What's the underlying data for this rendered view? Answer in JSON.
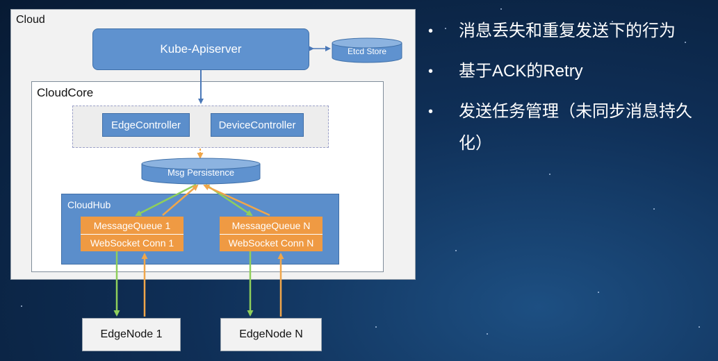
{
  "diagram": {
    "cloud_label": "Cloud",
    "apiserver_label": "Kube-Apiserver",
    "etcd_label": "Etcd Store",
    "cloudcore_label": "CloudCore",
    "edge_controller_label": "EdgeController",
    "device_controller_label": "DeviceController",
    "msg_persistence_label": "Msg Persistence",
    "cloudhub_label": "CloudHub",
    "queue_1_label": "MessageQueue 1",
    "websocket_1_label": "WebSocket Conn 1",
    "queue_n_label": "MessageQueue N",
    "websocket_n_label": "WebSocket Conn N",
    "edgenode_1_label": "EdgeNode 1",
    "edgenode_n_label": "EdgeNode N"
  },
  "colors": {
    "box_blue": "#5b8ecb",
    "queue_orange": "#ef9a43",
    "arrow_green": "#8fcf5b",
    "arrow_orange": "#f0a64a",
    "arrow_blue": "#4a78b8"
  },
  "bullets": {
    "bullet_char": "•",
    "items": [
      "消息丢失和重复发送下的行为",
      "基于ACK的Retry",
      "发送任务管理（未同步消息持久化）"
    ]
  }
}
